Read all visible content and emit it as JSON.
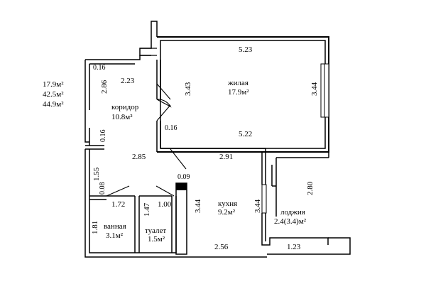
{
  "totals": {
    "living_area": "17.9м²",
    "total_area": "42.5м²",
    "total_with_loggia": "44.9м²"
  },
  "rooms": {
    "living": {
      "name": "жилая",
      "area": "17.9м²"
    },
    "corridor": {
      "name": "коридор",
      "area": "10.8м²"
    },
    "kitchen": {
      "name": "кухня",
      "area": "9.2м²"
    },
    "bathroom": {
      "name": "ванная",
      "area": "3.1м²"
    },
    "toilet": {
      "name": "туалет",
      "area": "1.5м²"
    },
    "loggia": {
      "name": "лоджия",
      "area": "2.4(3.4)м²"
    }
  },
  "dimensions": {
    "living_top": "5.23",
    "living_bottom": "5.22",
    "living_right": "3.44",
    "living_left": "3.43",
    "corridor_top_width": "2.23",
    "corridor_left_height": "2.86",
    "corridor_top_offset": "0.16",
    "corridor_door_offset": "0.16",
    "corridor_left_offset": "0.16",
    "hall_width": "2.85",
    "hall_left_height": "1.55",
    "hall_partition": "0.08",
    "kitchen_top": "2.91",
    "kitchen_bottom": "2.56",
    "kitchen_left": "3.44",
    "kitchen_right": "3.44",
    "kitchen_niche": "0.09",
    "bath_width": "1.72",
    "bath_height": "1.81",
    "toilet_height": "1.47",
    "toilet_width": "1.00",
    "loggia_height": "2.80",
    "loggia_width": "1.23"
  }
}
